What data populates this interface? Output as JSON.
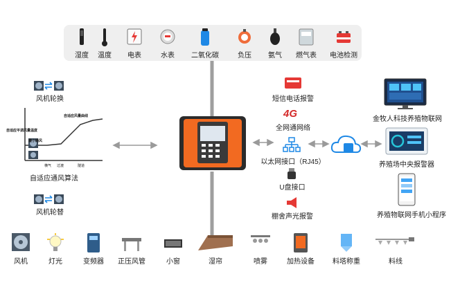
{
  "sensors": [
    "湿度",
    "温度",
    "电表",
    "水表",
    "二氧化碳",
    "负压",
    "氨气",
    "燃气表",
    "电池检测"
  ],
  "left": {
    "fan_rotate": "风机轮换",
    "chart_line_label": "自适应风量曲线",
    "chart_left_label": "自适应平调风量温度",
    "chart_min_label": "最小通风",
    "chart_x1": "横气",
    "chart_x2": "过渡",
    "chart_x3": "隧道",
    "algorithm": "自适应通风算法",
    "fan_alternate": "风机轮替"
  },
  "mid": {
    "sms": "短信电话报警",
    "net4g": "全网通网络",
    "ethernet": "以太网接口（RJ45）",
    "usb": "U盘接口",
    "alarm": "棚舍声光报警",
    "badge_4g": "4G"
  },
  "right": {
    "iot": "金牧人科技养殖物联网",
    "central": "养殖场中央报警器",
    "miniapp": "养殖物联网手机小程序"
  },
  "bottom": [
    "风机",
    "灯光",
    "变频器",
    "正压风管",
    "小窗",
    "湿帘",
    "喷雾",
    "加热设备",
    "料塔称重",
    "料线"
  ]
}
